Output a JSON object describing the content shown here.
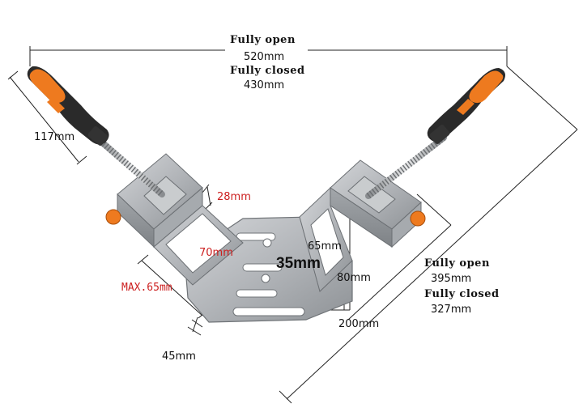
{
  "dimensions": {
    "overall": {
      "open_label": "Fully open",
      "open_value": "520mm",
      "closed_label": "Fully closed",
      "closed_value": "430mm"
    },
    "diagonal": {
      "open_label": "Fully open",
      "open_value": "395mm",
      "closed_label": "Fully closed",
      "closed_value": "327mm"
    },
    "handle_length": "117mm",
    "jaw_depth": "28mm",
    "jaw_width": "70mm",
    "max_capacity": "MAX.65mm",
    "base_thickness": "45mm",
    "inner_slot": "65mm",
    "corner_size": "35mm",
    "base_height": "80mm",
    "base_width": "200mm"
  },
  "colors": {
    "handle_orange": "#ee7a1f",
    "handle_black": "#2a2a2a",
    "body_gray": "#b4b7ba",
    "accent_red": "#cc1f1f"
  }
}
